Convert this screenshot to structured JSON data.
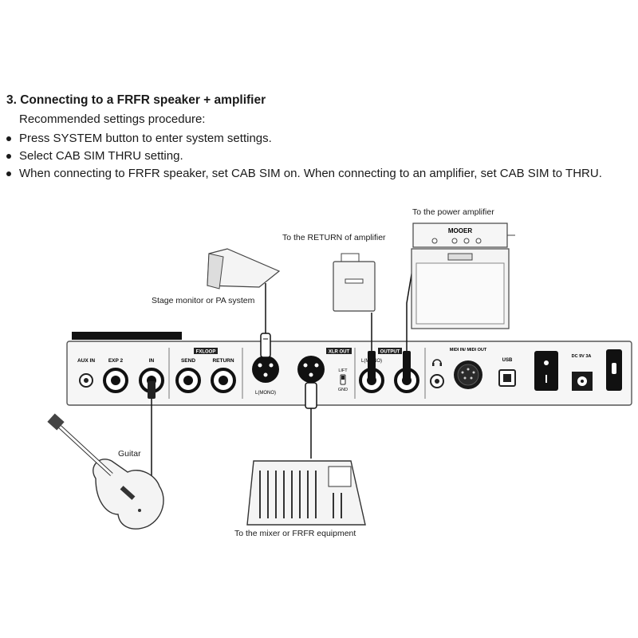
{
  "heading": "3. Connecting to a FRFR speaker + amplifier",
  "subheading": "Recommended settings procedure:",
  "bullets": [
    "Press SYSTEM button to enter system settings.",
    "Select CAB SIM THRU setting.",
    "When connecting to FRFR speaker, set CAB SIM on. When connecting to an amplifier, set CAB SIM to THRU."
  ],
  "labels": {
    "power_amp": "To the power amplifier",
    "return_amp": "To the RETURN of amplifier",
    "stage_monitor": "Stage monitor or PA system",
    "guitar": "Guitar",
    "mixer": "To the mixer or FRFR equipment"
  },
  "panel": {
    "aux_in": "AUX IN",
    "exp2": "EXP 2",
    "in": "IN",
    "fxloop": "FXLOOP",
    "send": "SEND",
    "return": "RETURN",
    "xlr_out": "XLR OUT",
    "l_mono": "L(MONO)",
    "lift": "LIFT",
    "gnd": "GND",
    "output": "OUTPUT",
    "output_l_mono": "L(MONO)",
    "midi": "MIDI IN/ MIDI OUT",
    "usb": "USB",
    "dc": "DC 9V 3A"
  },
  "amp_brand": "MOOER"
}
